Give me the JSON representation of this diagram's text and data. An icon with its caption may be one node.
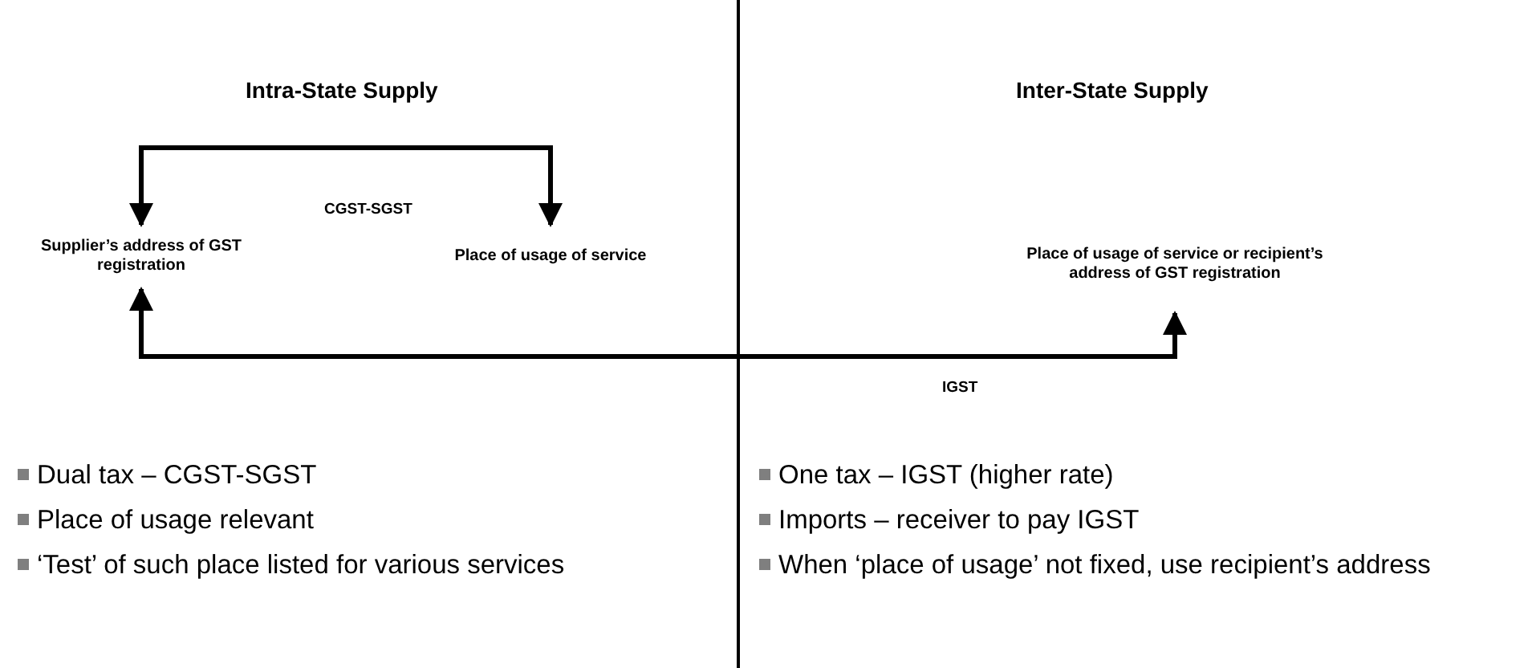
{
  "diagram": {
    "nodes": [
      {
        "text": [
          "Supplier’s address of GST registration"
        ]
      },
      {
        "text": [
          "Place of usage of service"
        ]
      },
      {
        "text": [
          "Place of usage of service or recipient’s address of GST registration"
        ]
      }
    ],
    "edges": [
      {
        "from": 0,
        "to": 1,
        "arrow": "both",
        "label": "CGST-SGST"
      },
      {
        "from": 0,
        "to": 2,
        "arrow": "both",
        "label": "IGST"
      }
    ],
    "labels": [
      "Intra-State Supply",
      "Inter-State Supply",
      "Dual tax – CGST-SGST",
      "Place of usage relevant",
      "‘Test’ of such place listed for various services",
      "One tax – IGST (higher rate)",
      "Imports – receiver to pay IGST",
      "When ‘place of usage’ not fixed, use recipient’s address"
    ]
  }
}
